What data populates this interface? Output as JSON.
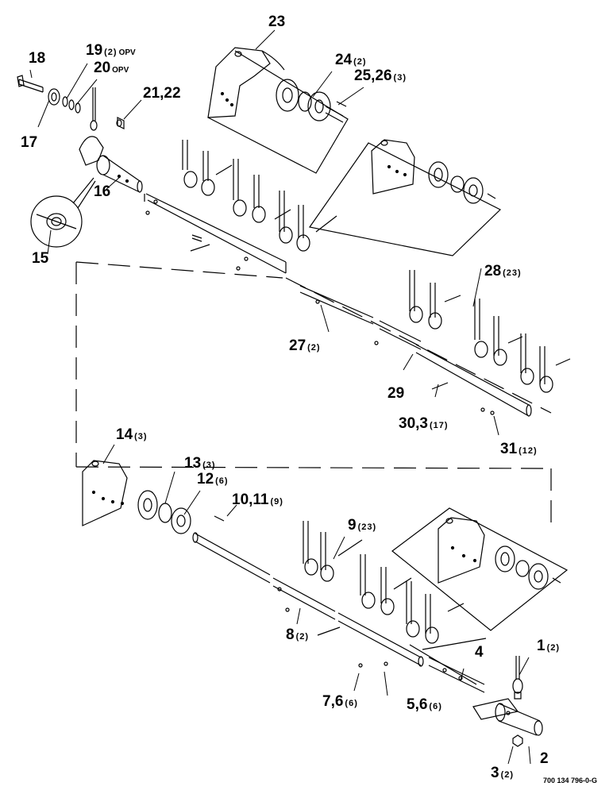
{
  "callouts": [
    {
      "id": "c18",
      "num": "18",
      "qty": "",
      "note": ""
    },
    {
      "id": "c17",
      "num": "17",
      "qty": "",
      "note": ""
    },
    {
      "id": "c19",
      "num": "19",
      "qty": "(2)",
      "note": "OPV"
    },
    {
      "id": "c20",
      "num": "20",
      "qty": "",
      "note": "OPV"
    },
    {
      "id": "c21_22",
      "num": "21,22",
      "qty": "",
      "note": ""
    },
    {
      "id": "c16",
      "num": "16",
      "qty": "",
      "note": ""
    },
    {
      "id": "c15",
      "num": "15",
      "qty": "",
      "note": ""
    },
    {
      "id": "c23",
      "num": "23",
      "qty": "",
      "note": ""
    },
    {
      "id": "c24",
      "num": "24",
      "qty": "(2)",
      "note": ""
    },
    {
      "id": "c25_26",
      "num": "25,26",
      "qty": "(3)",
      "note": ""
    },
    {
      "id": "c28",
      "num": "28",
      "qty": "(23)",
      "note": ""
    },
    {
      "id": "c27",
      "num": "27",
      "qty": "(2)",
      "note": ""
    },
    {
      "id": "c29",
      "num": "29",
      "qty": "",
      "note": ""
    },
    {
      "id": "c30_3",
      "num": "30,3",
      "qty": "(17)",
      "note": ""
    },
    {
      "id": "c31",
      "num": "31",
      "qty": "(12)",
      "note": ""
    },
    {
      "id": "c14",
      "num": "14",
      "qty": "(3)",
      "note": ""
    },
    {
      "id": "c13",
      "num": "13",
      "qty": "(3)",
      "note": ""
    },
    {
      "id": "c12",
      "num": "12",
      "qty": "(6)",
      "note": ""
    },
    {
      "id": "c10_11",
      "num": "10,11",
      "qty": "(9)",
      "note": ""
    },
    {
      "id": "c9",
      "num": "9",
      "qty": "(23)",
      "note": ""
    },
    {
      "id": "c8",
      "num": "8",
      "qty": "(2)",
      "note": ""
    },
    {
      "id": "c7_6",
      "num": "7,6",
      "qty": "(6)",
      "note": ""
    },
    {
      "id": "c5_6",
      "num": "5,6",
      "qty": "(6)",
      "note": ""
    },
    {
      "id": "c4",
      "num": "4",
      "qty": "",
      "note": ""
    },
    {
      "id": "c1",
      "num": "1",
      "qty": "(2)",
      "note": ""
    },
    {
      "id": "c3",
      "num": "3",
      "qty": "(2)",
      "note": ""
    },
    {
      "id": "c2",
      "num": "2",
      "qty": "",
      "note": ""
    }
  ],
  "drawing_number": "700 134 796-0-G"
}
